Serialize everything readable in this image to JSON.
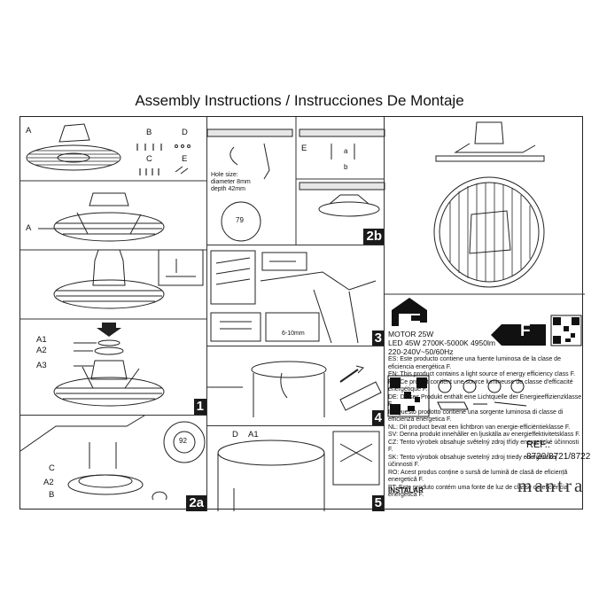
{
  "title": "Assembly Instructions / Instrucciones De Montaje",
  "panel1": {
    "labels": {
      "A": "A",
      "B": "B",
      "C": "C",
      "D": "D",
      "E": "E",
      "A_mid": "A",
      "A1": "A1",
      "A2": "A2",
      "A3": "A3"
    },
    "step": "1"
  },
  "panel2a": {
    "labels": {
      "C": "C",
      "A2": "A2",
      "B": "B"
    },
    "dim": "92",
    "step": "2a"
  },
  "panel2b": {
    "hole_size": [
      "Hole size:",
      "diameter 8mm",
      "depth 42mm"
    ],
    "dim": "79",
    "labels": {
      "E": "E",
      "a": "a",
      "b": "b"
    },
    "step": "2b"
  },
  "panel3": {
    "strip": "6-10mm",
    "step": "3"
  },
  "panel4": {
    "step": "4"
  },
  "panel5": {
    "labels": {
      "D": "D",
      "A1": "A1"
    },
    "step": "5"
  },
  "specs": {
    "motor": "MOTOR 25W",
    "led": "LED 45W 2700K-5000K 4950lm",
    "voltage": "220-240V~50/60Hz",
    "energy_class": "F",
    "lines": [
      "ES: Este producto contiene una fuente luminosa de la clase de eficiencia energética F.",
      "EN: This product contains a light source of energy efficiency class F.",
      "FR: Ce produit contient une source lumineuse de classe d'efficacité énergétique F.",
      "DE: Dieses Produkt enthält eine Lichtquelle der Energieeffizienzklasse F.",
      "IT: Questo prodotto contiene una sorgente luminosa di classe di efficienza energetica F.",
      "NL: Dit product bevat een lichtbron van energie-efficiëntieklasse F.",
      "SV: Denna produkt innehåller en ljuskälla av energieffektivitetsklass F.",
      "CZ: Tento výrobek obsahuje světelný zdroj třídy energetické účinnosti F.",
      "SK: Tento výrobok obsahuje svetelný zdroj triedy energetickej účinnosti F.",
      "RO: Acest produs conține o sursă de lumină de clasă de eficiență energetică F.",
      "PT: Este produto contém uma fonte de luz de classe de eficiência energética F."
    ]
  },
  "instalar": "INSTALAR",
  "ref": {
    "label": "REF.:",
    "codes": "8720/8721/8722"
  },
  "brand": "mantra"
}
